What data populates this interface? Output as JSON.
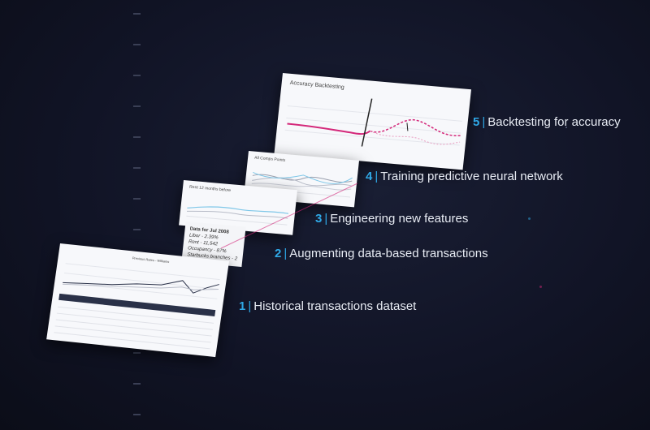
{
  "steps": [
    {
      "num": "1",
      "label": "Historical transactions dataset"
    },
    {
      "num": "2",
      "label": "Augmenting data-based transactions"
    },
    {
      "num": "3",
      "label": "Engineering new features"
    },
    {
      "num": "4",
      "label": "Training predictive neural network"
    },
    {
      "num": "5",
      "label": "Backtesting for accuracy"
    }
  ],
  "cards": {
    "backtest_title": "Accuracy Backtesting",
    "training_title": "All Comps Points",
    "features_title": "Rent 12 months before",
    "history_title": "Previous Rates - Williams"
  },
  "annotation": {
    "title": "Data for Jul 2008",
    "lines": [
      "Libor - 2.39%",
      "Rent - 11,542",
      "Occupancy - 87%",
      "Starbucks branches - 2"
    ]
  },
  "colors": {
    "accent": "#2fa8e6",
    "pink": "#d4287a",
    "text": "#e8ecf4"
  }
}
